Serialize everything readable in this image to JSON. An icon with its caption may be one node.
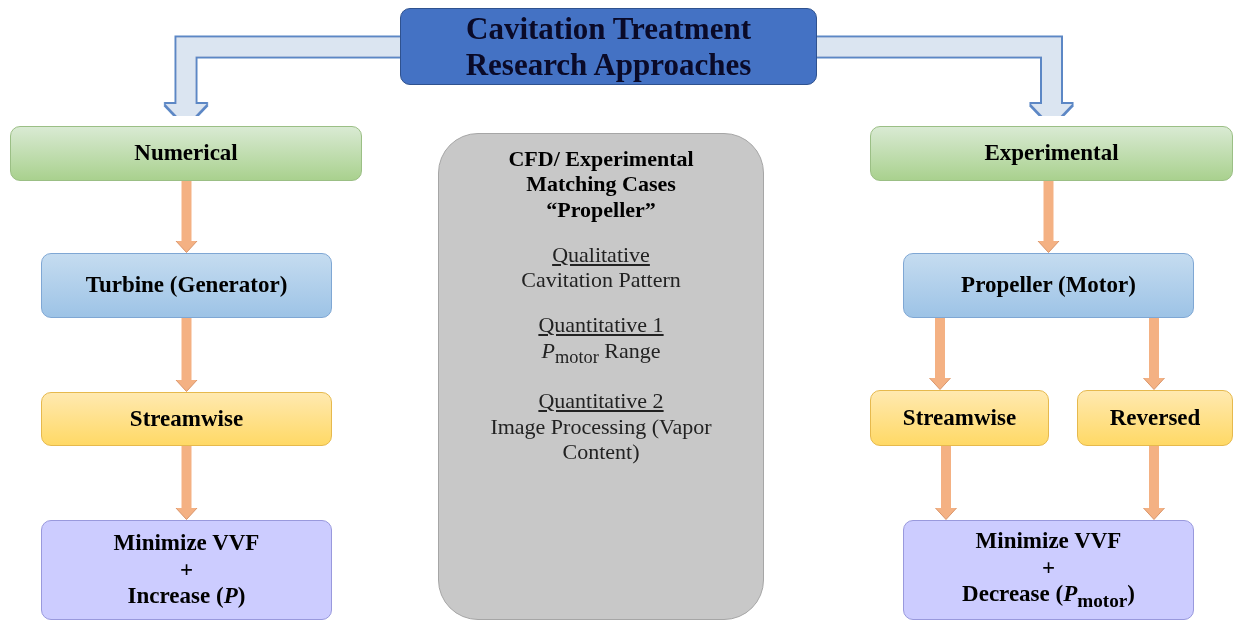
{
  "diagram": {
    "nodes": [
      {
        "text": [
          "Cavitation Treatment Research Approaches"
        ]
      },
      {
        "text": [
          "Numerical"
        ]
      },
      {
        "text": [
          "Experimental"
        ]
      },
      {
        "text": [
          "Turbine (Generator)"
        ]
      },
      {
        "text": [
          "Streamwise"
        ]
      },
      {
        "text": [
          "Minimize VVF",
          "+",
          "Increase (*P*)"
        ]
      },
      {
        "text": [
          "CFD/ Experimental Matching Cases “Propeller”",
          "Qualitative",
          "Cavitation Pattern",
          "Quantitative 1",
          "*P*$_{motor}$ Range",
          "Quantitative 2",
          "Image Processing (Vapor Content)"
        ]
      },
      {
        "text": [
          "Propeller (Motor)"
        ]
      },
      {
        "text": [
          "Streamwise"
        ]
      },
      {
        "text": [
          "Reversed"
        ]
      },
      {
        "text": [
          "Minimize VVF",
          "+",
          "Decrease (*P*$_{motor}$)"
        ]
      }
    ],
    "edges": [
      {
        "from": 0,
        "to": 1,
        "arrow": "to",
        "style": "thick",
        "color": "#dbe5f1"
      },
      {
        "from": 0,
        "to": 2,
        "arrow": "to",
        "style": "thick",
        "color": "#dbe5f1"
      },
      {
        "from": 1,
        "to": 3,
        "arrow": "to"
      },
      {
        "from": 3,
        "to": 4,
        "arrow": "to"
      },
      {
        "from": 4,
        "to": 5,
        "arrow": "to"
      },
      {
        "from": 2,
        "to": 7,
        "arrow": "to"
      },
      {
        "from": 7,
        "to": 8,
        "arrow": "to"
      },
      {
        "from": 7,
        "to": 9,
        "arrow": "to"
      },
      {
        "from": 8,
        "to": 10,
        "arrow": "to"
      },
      {
        "from": 9,
        "to": 10,
        "arrow": "to"
      }
    ]
  }
}
